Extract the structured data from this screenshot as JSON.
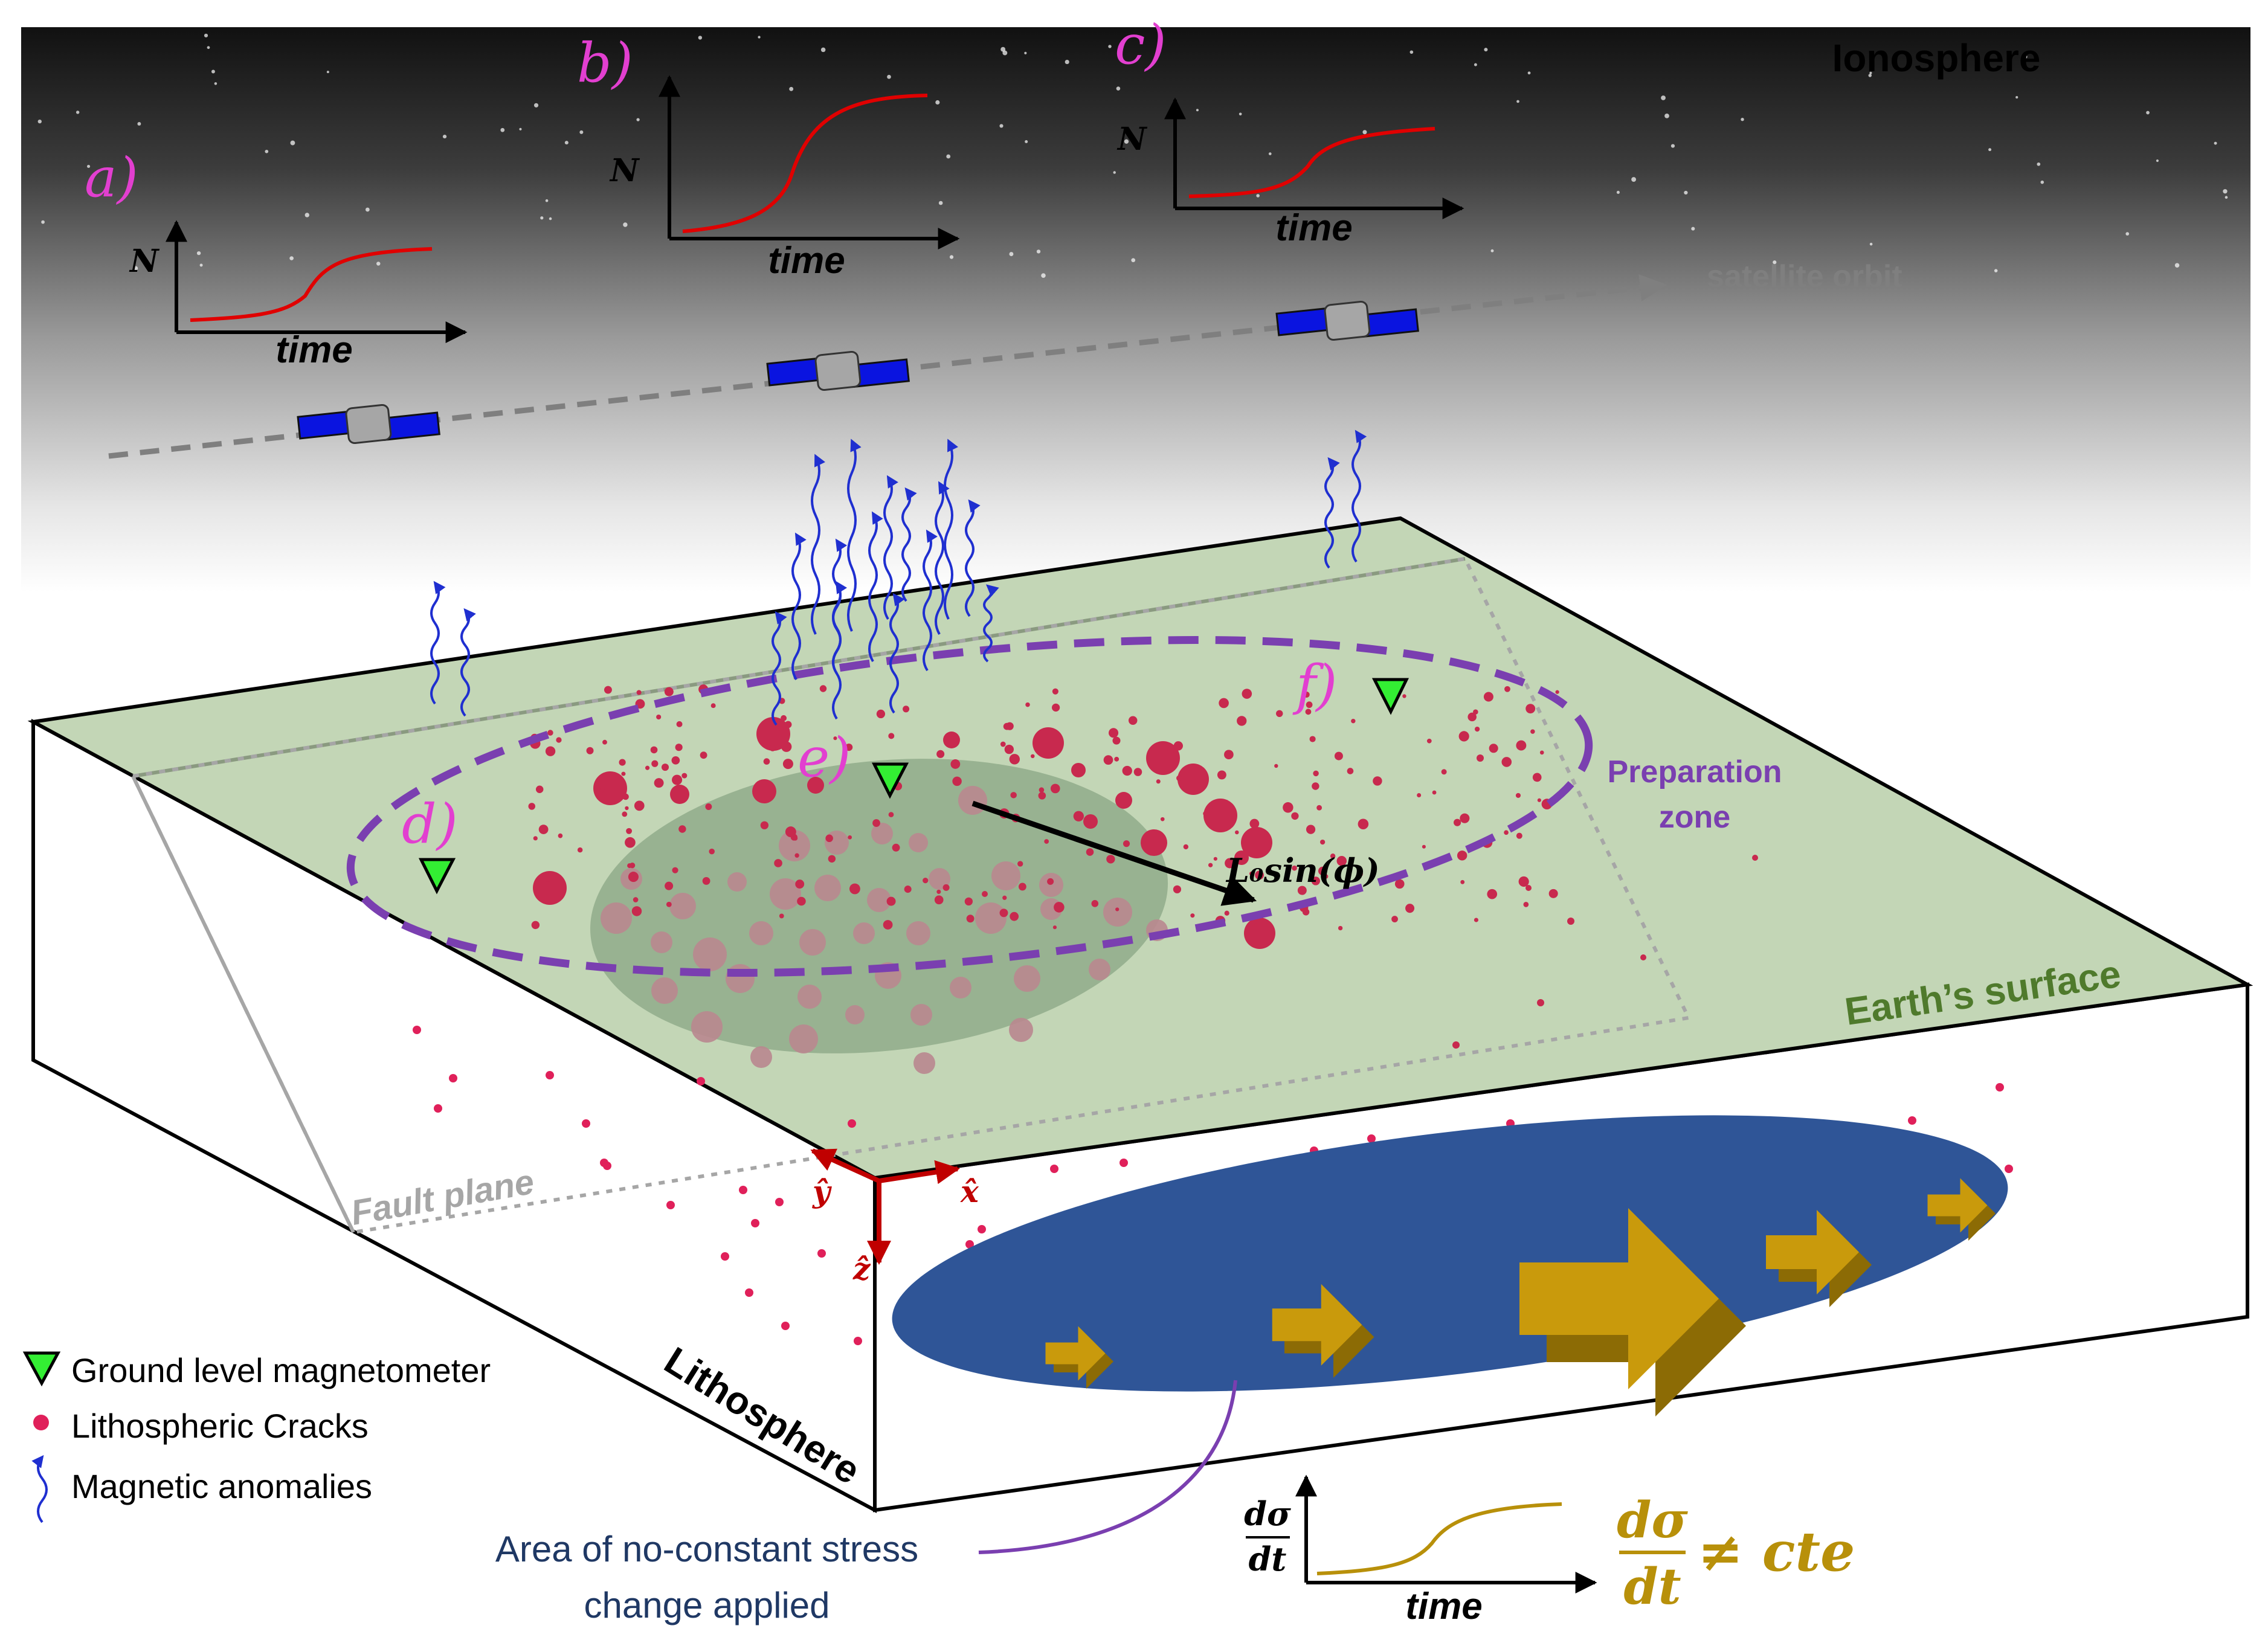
{
  "ionosphere_label": "Ionosphere",
  "satellite_orbit_label": "satellite orbit",
  "panels": {
    "a": {
      "letter": "a)",
      "ylabel": "N",
      "xlabel": "time"
    },
    "b": {
      "letter": "b)",
      "ylabel": "N",
      "xlabel": "time"
    },
    "c": {
      "letter": "c)",
      "ylabel": "N",
      "xlabel": "time"
    },
    "d": {
      "letter": "d)"
    },
    "e": {
      "letter": "e)"
    },
    "f": {
      "letter": "f)"
    }
  },
  "preparation_zone": {
    "line1": "Preparation",
    "line2": "zone"
  },
  "radius_label": "L₀sin(ϕ)",
  "earth_surface_label": "Earth’s surface",
  "fault_plane_label": "Fault plane",
  "lithosphere_label": "Lithosphere",
  "axes": {
    "x": "x̂",
    "y": "ŷ",
    "z": "ẑ"
  },
  "legend": {
    "magnetometer": "Ground level magnetometer",
    "cracks": "Lithospheric Cracks",
    "anomalies": "Magnetic anomalies"
  },
  "area_label": {
    "line1": "Area of no-constant stress",
    "line2": "change applied"
  },
  "stress_plot": {
    "num": "dσ",
    "den": "dt",
    "xlabel": "time"
  },
  "stress_formula": {
    "num": "dσ",
    "den": "dt",
    "rhs": "≠ cte"
  },
  "colors": {
    "letters": "#e23fd0",
    "surface": "#c3d6b6",
    "zone": "#7a3fb0",
    "crack": "#c8294e",
    "anomaly": "#1f2fd0",
    "fault_ellipse": "#2f5597",
    "arrow_gold": "#b8900a",
    "area_text": "#1f3864",
    "earth_label": "#4f7a2c"
  }
}
